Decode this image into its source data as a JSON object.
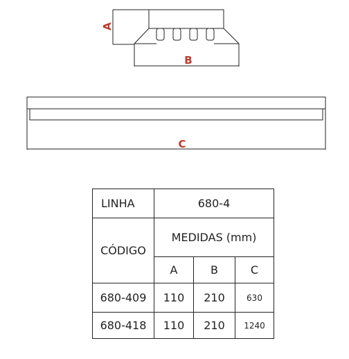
{
  "drawing": {
    "label_a": "A",
    "label_b": "B",
    "label_c": "C",
    "accent_color": "#c0392b"
  },
  "table": {
    "linha_label": "LINHA",
    "linha_value": "680-4",
    "codigo_label": "CÓDIGO",
    "medidas_label": "MEDIDAS (mm)",
    "columns": [
      "A",
      "B",
      "C"
    ],
    "rows": [
      {
        "code": "680-409",
        "a": "110",
        "b": "210",
        "c": "630"
      },
      {
        "code": "680-418",
        "a": "110",
        "b": "210",
        "c": "1240"
      }
    ]
  }
}
